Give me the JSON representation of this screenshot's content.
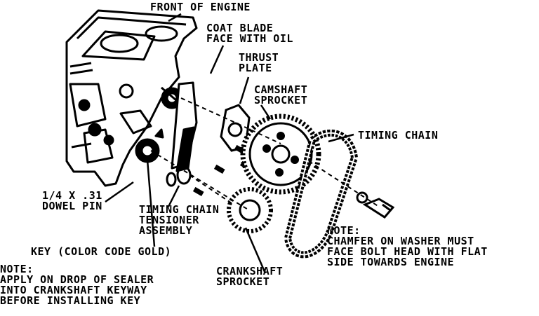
{
  "colors": {
    "ink": "#000000",
    "paper": "#ffffff"
  },
  "labels": {
    "front_of_engine": "FRONT OF ENGINE",
    "coat_blade": [
      "COAT BLADE",
      "FACE WITH OIL"
    ],
    "thrust_plate": [
      "THRUST",
      "PLATE"
    ],
    "camshaft_sprocket": [
      "CAMSHAFT",
      "SPROCKET"
    ],
    "timing_chain": "TIMING CHAIN",
    "dowel_pin": [
      "1/4 X .31",
      "DOWEL PIN"
    ],
    "tensioner": [
      "TIMING CHAIN",
      "TENSIONER",
      "ASSEMBLY"
    ],
    "key": "KEY (COLOR CODE GOLD)",
    "note_washer": [
      "NOTE:",
      "CHAMFER ON WASHER MUST",
      "FACE BOLT HEAD WITH FLAT",
      "SIDE TOWARDS ENGINE"
    ],
    "note_sealer": [
      "NOTE:",
      "APPLY ON DROP OF SEALER",
      "INTO CRANKSHAFT KEYWAY",
      "BEFORE INSTALLING KEY"
    ],
    "crankshaft_sprocket": [
      "CRANKSHAFT",
      "SPROCKET"
    ]
  }
}
